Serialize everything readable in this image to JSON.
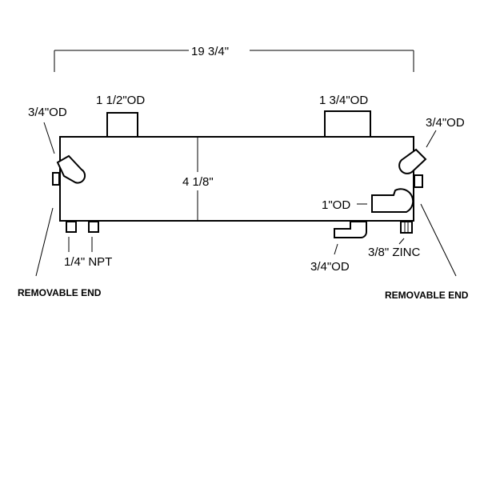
{
  "diagram": {
    "title": "Heat exchanger dimension drawing",
    "overall_length": "19 3/4\"",
    "height": "4 1/8\"",
    "top_ports": [
      {
        "label": "1 1/2\"OD"
      },
      {
        "label": "1 3/4\"OD"
      }
    ],
    "end_ports": [
      {
        "label": "3/4\"OD",
        "side": "left"
      },
      {
        "label": "3/4\"OD",
        "side": "right"
      }
    ],
    "right_port": {
      "label": "1\"OD"
    },
    "bottom_port": {
      "label": "3/4\"OD"
    },
    "npt_label": "1/4\" NPT",
    "zinc_label": "3/8\" ZINC",
    "removable_end_left": "REMOVABLE END",
    "removable_end_right": "REMOVABLE END"
  }
}
